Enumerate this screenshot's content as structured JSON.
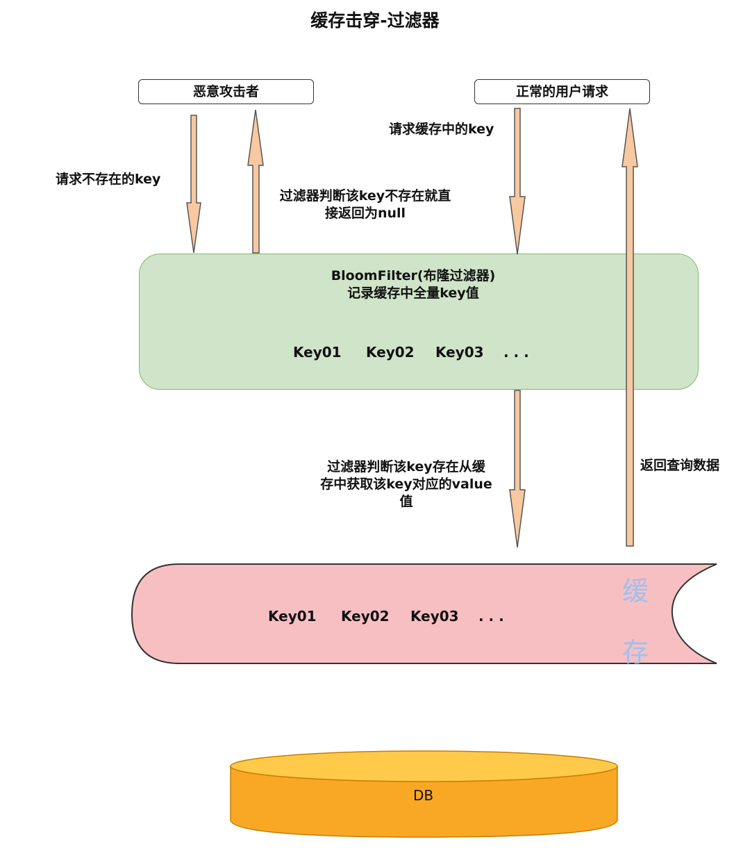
{
  "title": "缓存击穿-过滤器",
  "actors": {
    "attacker": "恶意攻击者",
    "user": "正常的用户请求"
  },
  "labels": {
    "request_missing": "请求不存在的key",
    "filter_reject_line1": "过滤器判断该key不存在就直",
    "filter_reject_line2": "接返回为null",
    "request_cached": "请求缓存中的key",
    "filter_pass_line1": "过滤器判断该key存在从缓",
    "filter_pass_line2": "存中获取该key对应的value",
    "filter_pass_line3": "值",
    "return_data": "返回查询数据"
  },
  "bloom_filter": {
    "title_line1": "BloomFilter(布隆过滤器)",
    "title_line2": "记录缓存中全量key值",
    "keys": [
      "Key01",
      "Key02",
      "Key03",
      ". . ."
    ]
  },
  "cache": {
    "side_label_1": "缓",
    "side_label_2": "存",
    "keys": [
      "Key01",
      "Key02",
      "Key03",
      ". . ."
    ]
  },
  "db": {
    "label": "DB"
  },
  "colors": {
    "arrow_fill": "#f8c8a0",
    "arrow_stroke": "#555555",
    "filter_fill": "#cfe4c8",
    "filter_border": "#86b86e",
    "cache_fill": "#f8bfc3",
    "cache_label": "#9cc1f0",
    "db_fill": "#f9a825",
    "db_top": "#ffc94a"
  }
}
